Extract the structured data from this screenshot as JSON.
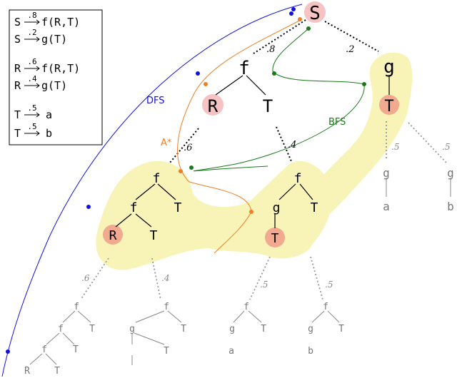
{
  "colors": {
    "highlight": "#f8f4b8",
    "node_circle": "#f6c2c2",
    "node_circle_deep": "#f1a98f",
    "dfs": "#1111dd",
    "astar": "#ef7f26",
    "bfs": "#1a7a1a",
    "gray_text": "#777777",
    "black": "#000000"
  },
  "grammar": {
    "rules": [
      {
        "lhs": "S",
        "prob": ".8",
        "rhs": "f(R,T)"
      },
      {
        "lhs": "S",
        "prob": ".2",
        "rhs": "g(T)"
      },
      {
        "lhs": "R",
        "prob": ".6",
        "rhs": "f(R,T)"
      },
      {
        "lhs": "R",
        "prob": ".4",
        "rhs": "g(T)"
      },
      {
        "lhs": "T",
        "prob": ".5",
        "rhs": "a"
      },
      {
        "lhs": "T",
        "prob": ".5",
        "rhs": "b"
      }
    ]
  },
  "search_labels": {
    "dfs": "DFS",
    "astar": "A*",
    "bfs": "BFS"
  },
  "edge_probs": {
    "s_left": ".8",
    "s_right": ".2",
    "r_left": ".6",
    "t_right": ".4",
    "gt_left": ".5",
    "gt_right": ".5",
    "deep_1": ".6",
    "deep_2": ".4",
    "deep_3": ".5",
    "deep_4": ".5"
  },
  "nodes": {
    "root": "S",
    "l1_f": "f",
    "l1_R": "R",
    "l1_T": "T",
    "r1_g": "g",
    "r1_T": "T",
    "rg_left_g": "g",
    "rg_left_a": "a",
    "rg_right_g": "g",
    "rg_right_b": "b",
    "m1_f": "f",
    "m1_f2": "f",
    "m1_T": "T",
    "m1_R": "R",
    "m1_T2": "T",
    "m2_f": "f",
    "m2_g": "g",
    "m2_T": "T",
    "m2_T2": "T",
    "d1_f": "f",
    "d1_f2": "f",
    "d1_T": "T",
    "d1_f3": "f",
    "d1_T2": "T",
    "d1_R": "R",
    "d1_T3": "T",
    "d2_f": "f",
    "d2_g": "g",
    "d2_T": "T",
    "d2_T2": "T",
    "d3_f": "f",
    "d3_g": "g",
    "d3_T": "T",
    "d3_a": "a",
    "d4_f": "f",
    "d4_g": "g",
    "d4_T": "T",
    "d4_b": "b"
  }
}
